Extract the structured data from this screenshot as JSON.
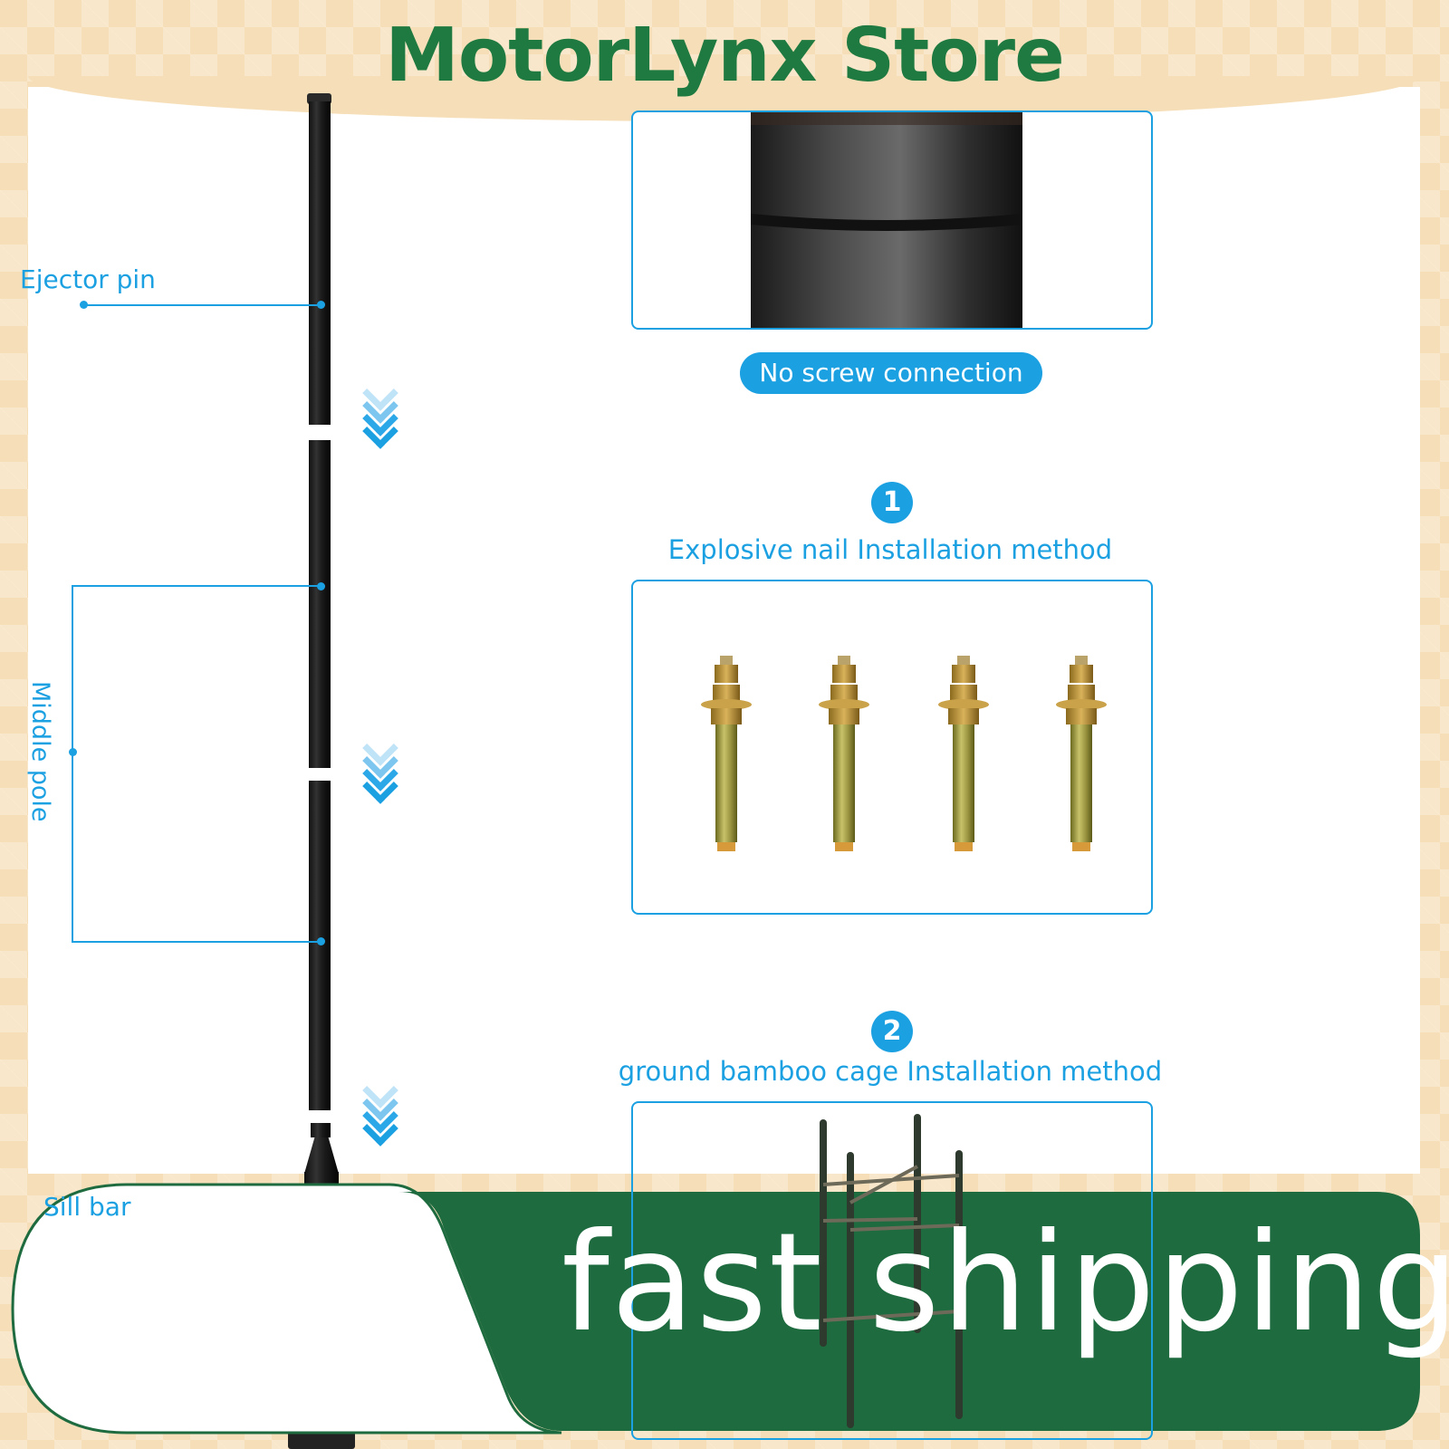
{
  "header": {
    "store_name": "MotorLynx Store"
  },
  "labels": {
    "ejector_pin": "Ejector pin",
    "middle_pole": "Middle pole",
    "sill_bar": "Sill bar"
  },
  "detail": {
    "badge": "No screw connection"
  },
  "methods": [
    {
      "number": "1",
      "title": "Explosive nail Installation method"
    },
    {
      "number": "2",
      "title": "ground bamboo cage Installation method"
    }
  ],
  "banner": {
    "text": "fast shipping"
  },
  "colors": {
    "accent": "#1ba0e2",
    "brand_green": "#1e6b3f",
    "title_green": "#1e7a40",
    "background": "#f6dfb8"
  }
}
